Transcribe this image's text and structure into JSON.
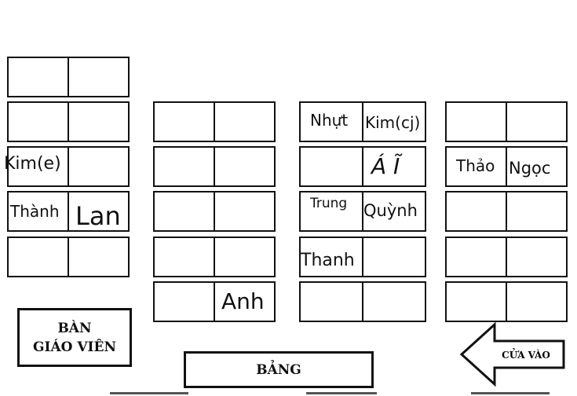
{
  "teacher_desk_label": [
    "BÀN",
    "GIÁO VIÊN"
  ],
  "board_label": "BẢNG",
  "door_label": "CỬA VÀO",
  "columns": [
    {
      "id": "col1",
      "desks": [
        [
          "",
          ""
        ],
        [
          "",
          ""
        ],
        [
          "Kim(e)",
          ""
        ],
        [
          "Thành",
          "Lan"
        ],
        [
          "",
          ""
        ]
      ]
    },
    {
      "id": "col2",
      "desks": [
        [
          "",
          ""
        ],
        [
          "",
          ""
        ],
        [
          "",
          ""
        ],
        [
          "",
          ""
        ],
        [
          "",
          "Anh"
        ]
      ]
    },
    {
      "id": "col3",
      "desks": [
        [
          "Nhựt",
          "Kim(cj)"
        ],
        [
          "",
          "Á Ĩ"
        ],
        [
          "Trung",
          "Quỳnh"
        ],
        [
          "Thanh",
          ""
        ],
        [
          "",
          ""
        ]
      ]
    },
    {
      "id": "col4",
      "desks": [
        [
          "",
          ""
        ],
        [
          "Thảo",
          "Ngọc"
        ],
        [
          "",
          ""
        ],
        [
          "",
          ""
        ],
        [
          "",
          ""
        ]
      ]
    }
  ]
}
